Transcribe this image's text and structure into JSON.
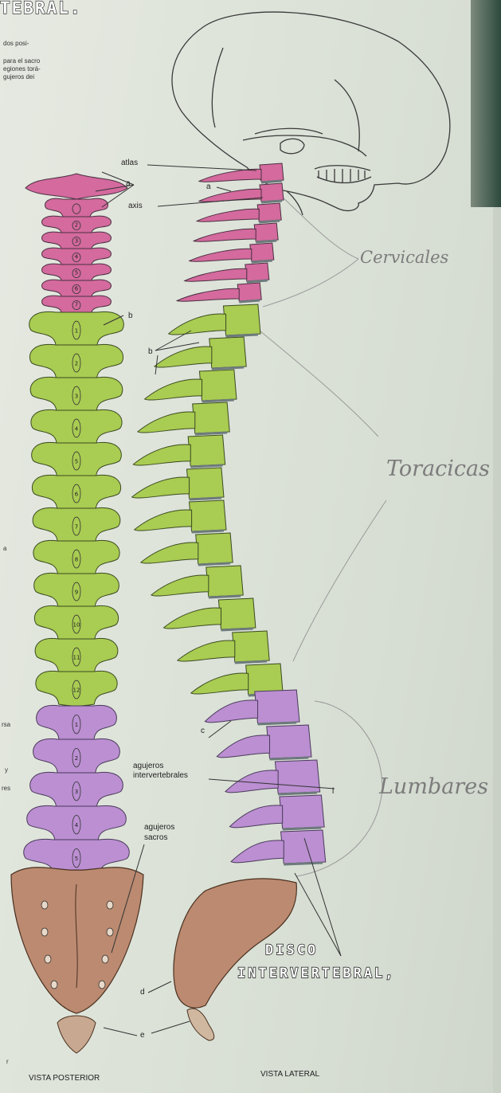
{
  "title": "TEBRAL.",
  "intro_fragments": [
    "dos posi-",
    "para el sacro",
    "egiones torá-",
    "gujeros dei"
  ],
  "left_fragments": [
    "a",
    "rsa",
    "y",
    "res",
    "r"
  ],
  "labels": {
    "atlas": "atlas",
    "axis": "axis",
    "a1": "a",
    "a2": "a",
    "b1": "b",
    "b2": "b",
    "c": "c",
    "d": "d",
    "e": "e",
    "intervertebral_foramina_1": "agujeros",
    "intervertebral_foramina_2": "intervertebrales",
    "l_mark": "l",
    "sacral_foramina_1": "agujeros",
    "sacral_foramina_2": "sacros"
  },
  "regions": {
    "cervical": "Cervicales",
    "thoracic": "Toracicas",
    "lumbar": "Lumbares"
  },
  "disco": {
    "line1": "DISCO",
    "line2": "INTERVERTEBRAL,"
  },
  "views": {
    "posterior": "VISTA POSTERIOR",
    "lateral": "VISTA LATERAL"
  },
  "posterior_numbers": {
    "cervical": [
      "2",
      "3",
      "4",
      "5",
      "6",
      "7"
    ],
    "thoracic": [
      "1",
      "2",
      "3",
      "4",
      "5",
      "6",
      "7",
      "8",
      "9",
      "10",
      "11",
      "12"
    ],
    "lumbar": [
      "1",
      "2",
      "3",
      "4",
      "5"
    ]
  },
  "colors": {
    "cervical": "#d46a9e",
    "thoracic": "#a9cc52",
    "lumbar": "#bb8fd2",
    "sacrum": "#bb8a70",
    "disc": "#6d7a7c"
  }
}
